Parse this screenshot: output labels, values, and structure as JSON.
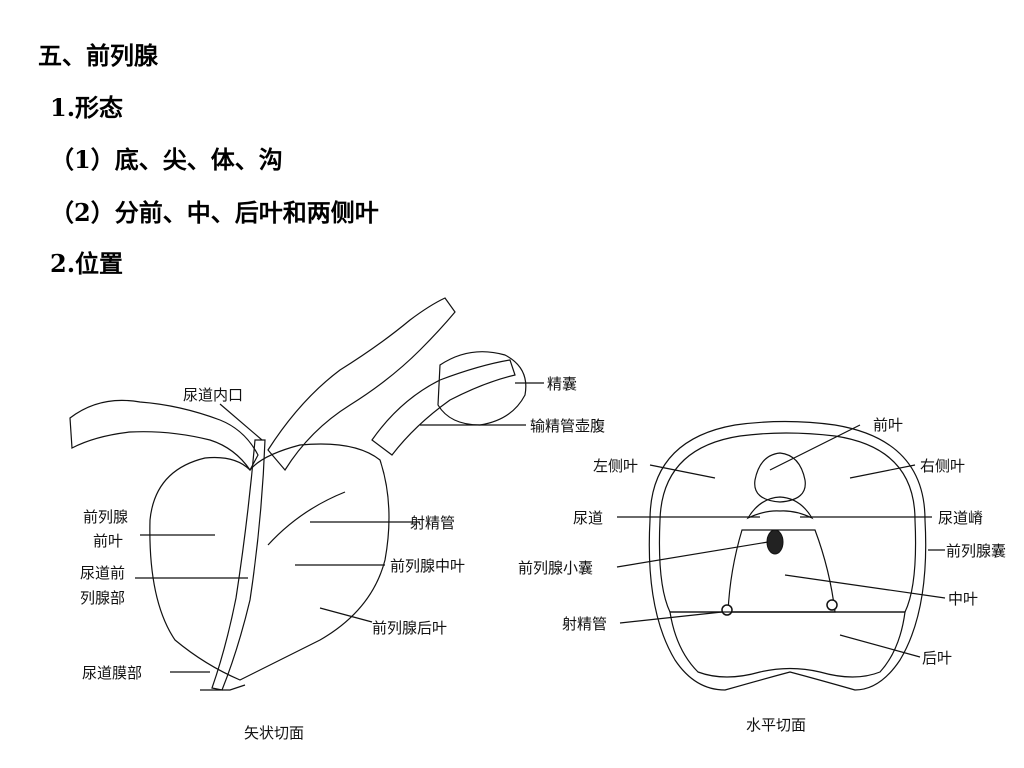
{
  "outline": {
    "heading": "五、前列腺",
    "item1": "1.形态",
    "item1a": "（1）底、尖、体、沟",
    "item1b": "（2）分前、中、后叶和两侧叶",
    "item2": "2.位置"
  },
  "sagittal": {
    "caption": "矢状切面",
    "labels": {
      "urethra_internal_orifice": "尿道内口",
      "seminal_vesicle": "精囊",
      "ampulla": "输精管壶腹",
      "anterior_lobe_1": "前列腺",
      "anterior_lobe_2": "前叶",
      "ejaculatory_duct": "射精管",
      "prostatic_urethra_1": "尿道前",
      "prostatic_urethra_2": "列腺部",
      "middle_lobe": "前列腺中叶",
      "posterior_lobe": "前列腺后叶",
      "membranous_urethra": "尿道膜部"
    }
  },
  "horizontal": {
    "caption": "水平切面",
    "labels": {
      "anterior_lobe": "前叶",
      "left_lateral_lobe": "左侧叶",
      "right_lateral_lobe": "右侧叶",
      "urethra": "尿道",
      "urethral_crest": "尿道嵴",
      "prostatic_utricle": "前列腺小囊",
      "capsule": "前列腺囊",
      "middle_lobe": "中叶",
      "ejaculatory_duct": "射精管",
      "posterior_lobe": "后叶"
    }
  }
}
